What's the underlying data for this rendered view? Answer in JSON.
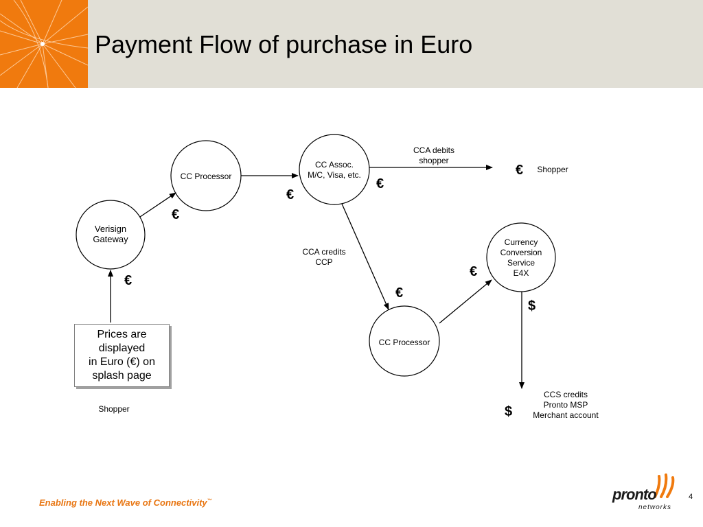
{
  "slide": {
    "title": "Payment Flow of purchase in Euro",
    "tagline": "Enabling the Next Wave of Connectivity",
    "tagline_tm": "™",
    "page_number": "4"
  },
  "logo": {
    "word": "pronto",
    "sub": "networks"
  },
  "diagram": {
    "nodes": {
      "verisign": "Verisign\nGateway",
      "cc_processor_top": "CC Processor",
      "cc_assoc": "CC Assoc.\nM/C, Visa, etc.",
      "currency": "Currency\nConversion\nService\nE4X",
      "cc_processor_bottom": "CC Processor"
    },
    "labels": {
      "cca_debits": "CCA debits\nshopper",
      "shopper_right": "Shopper",
      "cca_credits": "CCA credits\nCCP",
      "ccs_credits": "CCS credits\nPronto MSP\nMerchant account",
      "shopper_left": "Shopper"
    },
    "note": "Prices are\ndisplayed\nin Euro (€) on\nsplash page",
    "symbols": {
      "euro": "€",
      "dollar": "$"
    }
  },
  "colors": {
    "accent": "#f07a0e",
    "header_bg": "#e1dfd6",
    "tagline": "#e87511"
  }
}
